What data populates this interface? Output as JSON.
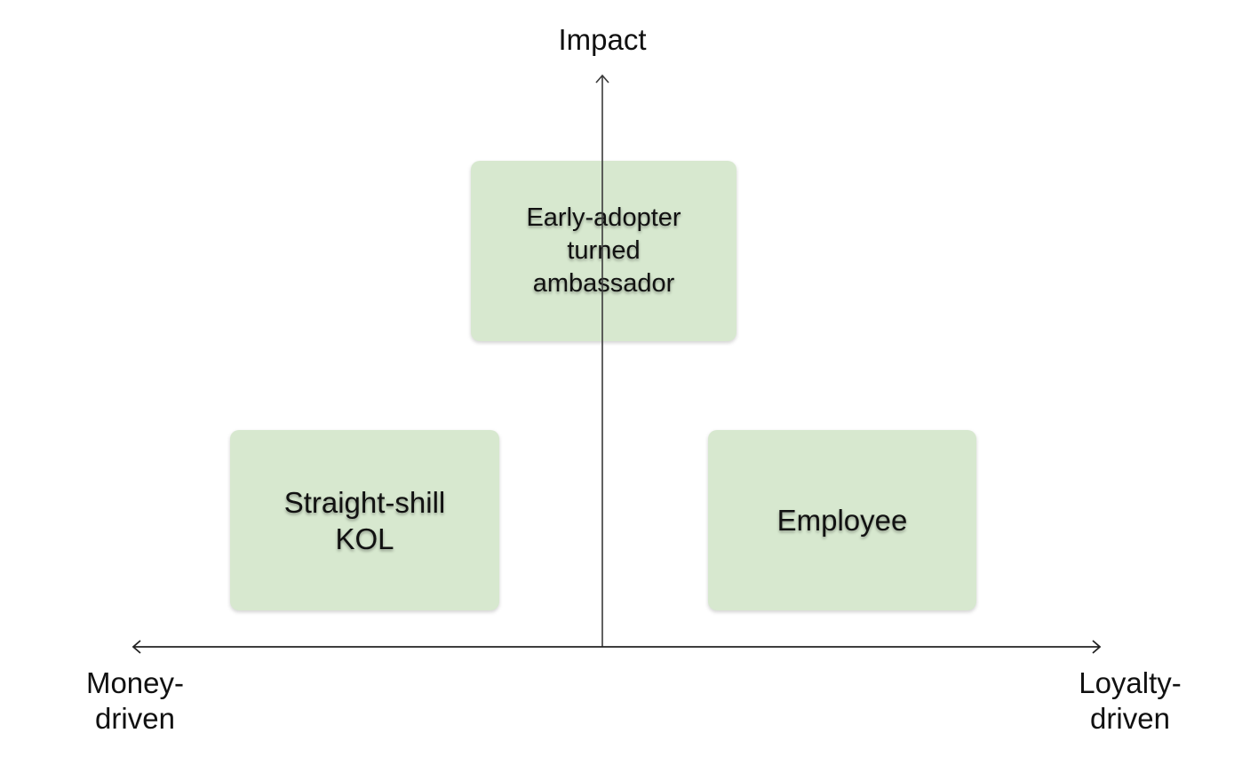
{
  "axes": {
    "y_label": "Impact",
    "x_left_label": "Money-\ndriven",
    "x_right_label": "Loyalty-\ndriven"
  },
  "boxes": [
    {
      "id": "early-adopter",
      "label": "Early-adopter\nturned\nambassador"
    },
    {
      "id": "straight-shill",
      "label": "Straight-shill\nKOL"
    },
    {
      "id": "employee",
      "label": "Employee"
    }
  ],
  "colors": {
    "box_fill": "#d7e8cf",
    "axis_line": "#222222",
    "vertical_axis_line": "#3a3a3a"
  }
}
